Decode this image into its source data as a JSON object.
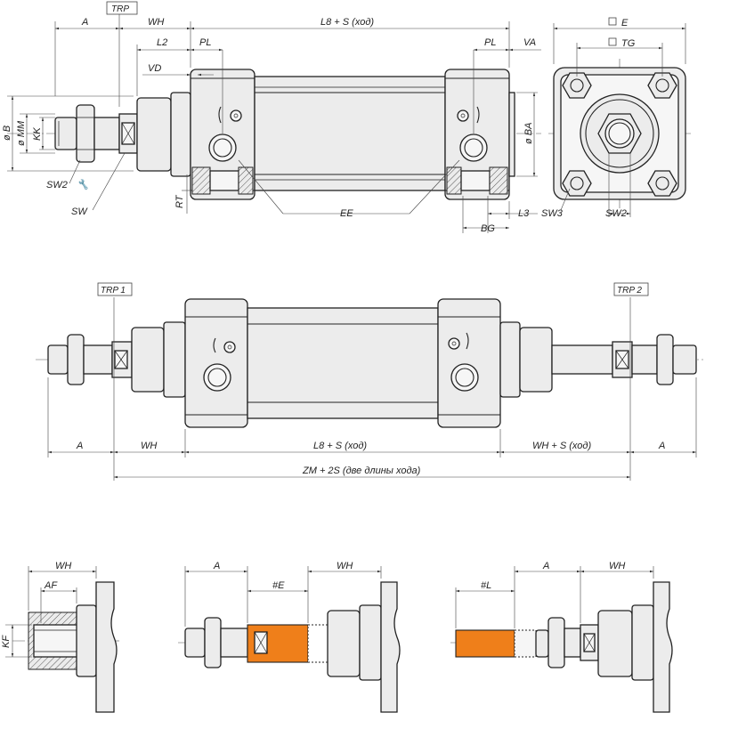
{
  "labels": {
    "top": {
      "a": "A",
      "trp": "TRP",
      "wh": "WH",
      "l8s": "L8 + S (ход)",
      "l2": "L2",
      "pl_left": "PL",
      "pl_right": "PL",
      "va": "VA",
      "vd": "VD",
      "b": "ø B",
      "mm": "ø MM",
      "kk": "KK",
      "sw2": "SW2",
      "sw": "SW",
      "rt": "RT",
      "ee": "EE",
      "ba": "ø BA",
      "l3": "L3",
      "bg": "BG",
      "e": "E",
      "tg": "TG",
      "sw3": "SW3",
      "sw2_side": "SW2"
    },
    "middle": {
      "trp1": "TRP 1",
      "trp2": "TRP 2",
      "a_left": "A",
      "wh": "WH",
      "l8s": "L8 + S (ход)",
      "whs": "WH + S (ход)",
      "a_right": "A",
      "zm": "ZM + 2S (две длины хода)"
    },
    "bottom": {
      "wh1": "WH",
      "af": "AF",
      "kf": "KF",
      "a2": "A",
      "e2": "#E",
      "wh2": "WH",
      "a3": "A",
      "wh3": "WH",
      "l3": "#L"
    }
  },
  "colors": {
    "accent": "#ef7f1a",
    "line": "#222222",
    "fill": "#ececec"
  }
}
